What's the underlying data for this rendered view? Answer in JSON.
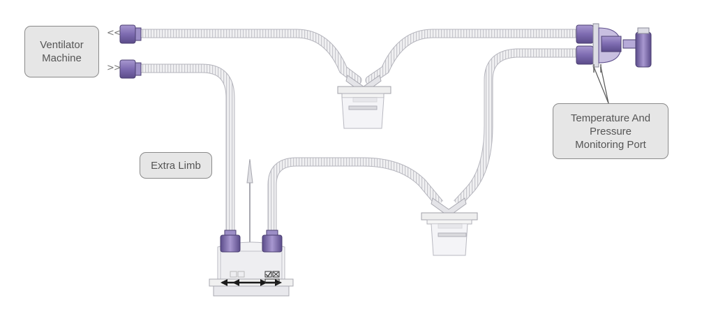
{
  "labels": {
    "ventilator_line1": "Ventilator",
    "ventilator_line2": "Machine",
    "extra_limb": "Extra Limb",
    "temp_line1": "Temperature And",
    "temp_line2": "Pressure",
    "temp_line3": "Monitoring Port"
  },
  "arrows": {
    "exhale": "<<",
    "inhale": ">>"
  },
  "colors": {
    "tube": "#ececef",
    "tube_stroke": "#b4b4bc",
    "connector": "#8f7fb8",
    "connector_dark": "#5f4f8a",
    "label_bg": "#e6e6e6",
    "label_border": "#8a8a8a",
    "label_text": "#555555"
  }
}
